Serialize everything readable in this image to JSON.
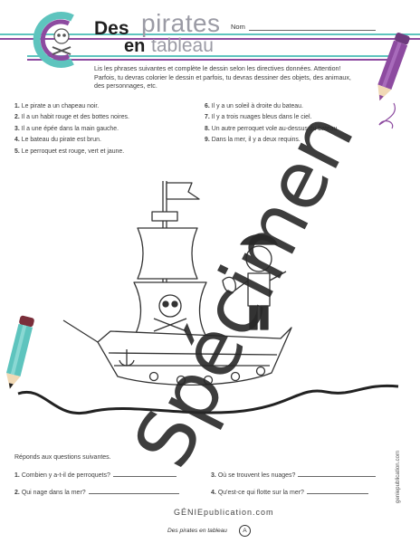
{
  "header": {
    "title_des": "Des",
    "title_pirates": "pirates",
    "title_en": "en",
    "title_tableau": "tableau",
    "nom_label": "Nom"
  },
  "intro": "Lis les phrases suivantes et complète le dessin selon les directives données. Attention! Parfois, tu devras colorier le dessin et parfois, tu devras dessiner des objets, des animaux, des personnages, etc.",
  "instructions_left": [
    {
      "num": "1.",
      "text": "Le pirate a un chapeau noir."
    },
    {
      "num": "2.",
      "text": "Il a un habit rouge et des bottes noires."
    },
    {
      "num": "3.",
      "text": "Il a une épée dans la main gauche."
    },
    {
      "num": "4.",
      "text": "Le bateau du pirate est brun."
    },
    {
      "num": "5.",
      "text": "Le perroquet est rouge, vert et jaune."
    }
  ],
  "instructions_right": [
    {
      "num": "6.",
      "text": "Il y a un soleil à droite du bateau."
    },
    {
      "num": "7.",
      "text": "Il y a trois nuages bleus dans le ciel."
    },
    {
      "num": "8.",
      "text": "Un autre perroquet vole au-dessus du bateau."
    },
    {
      "num": "9.",
      "text": "Dans la mer, il y a deux requins."
    }
  ],
  "questions_intro": "Réponds aux questions suivantes.",
  "questions": [
    {
      "num": "1.",
      "text": "Combien y a-t-il de perroquets?"
    },
    {
      "num": "2.",
      "text": "Qui nage dans la mer?"
    },
    {
      "num": "3.",
      "text": "Où se trouvent les nuages?"
    },
    {
      "num": "4.",
      "text": "Qu'est-ce qui flotte sur la mer?"
    }
  ],
  "side_url": "geniepublication.com",
  "footer": {
    "logo_text": "GÉNIEpublication.com",
    "title": "Des pirates en tableau",
    "badge": "A"
  },
  "watermark": "Spécimen",
  "colors": {
    "teal": "#5ec4be",
    "purple": "#8d4ba0",
    "title_gray": "#9b9ba5"
  }
}
